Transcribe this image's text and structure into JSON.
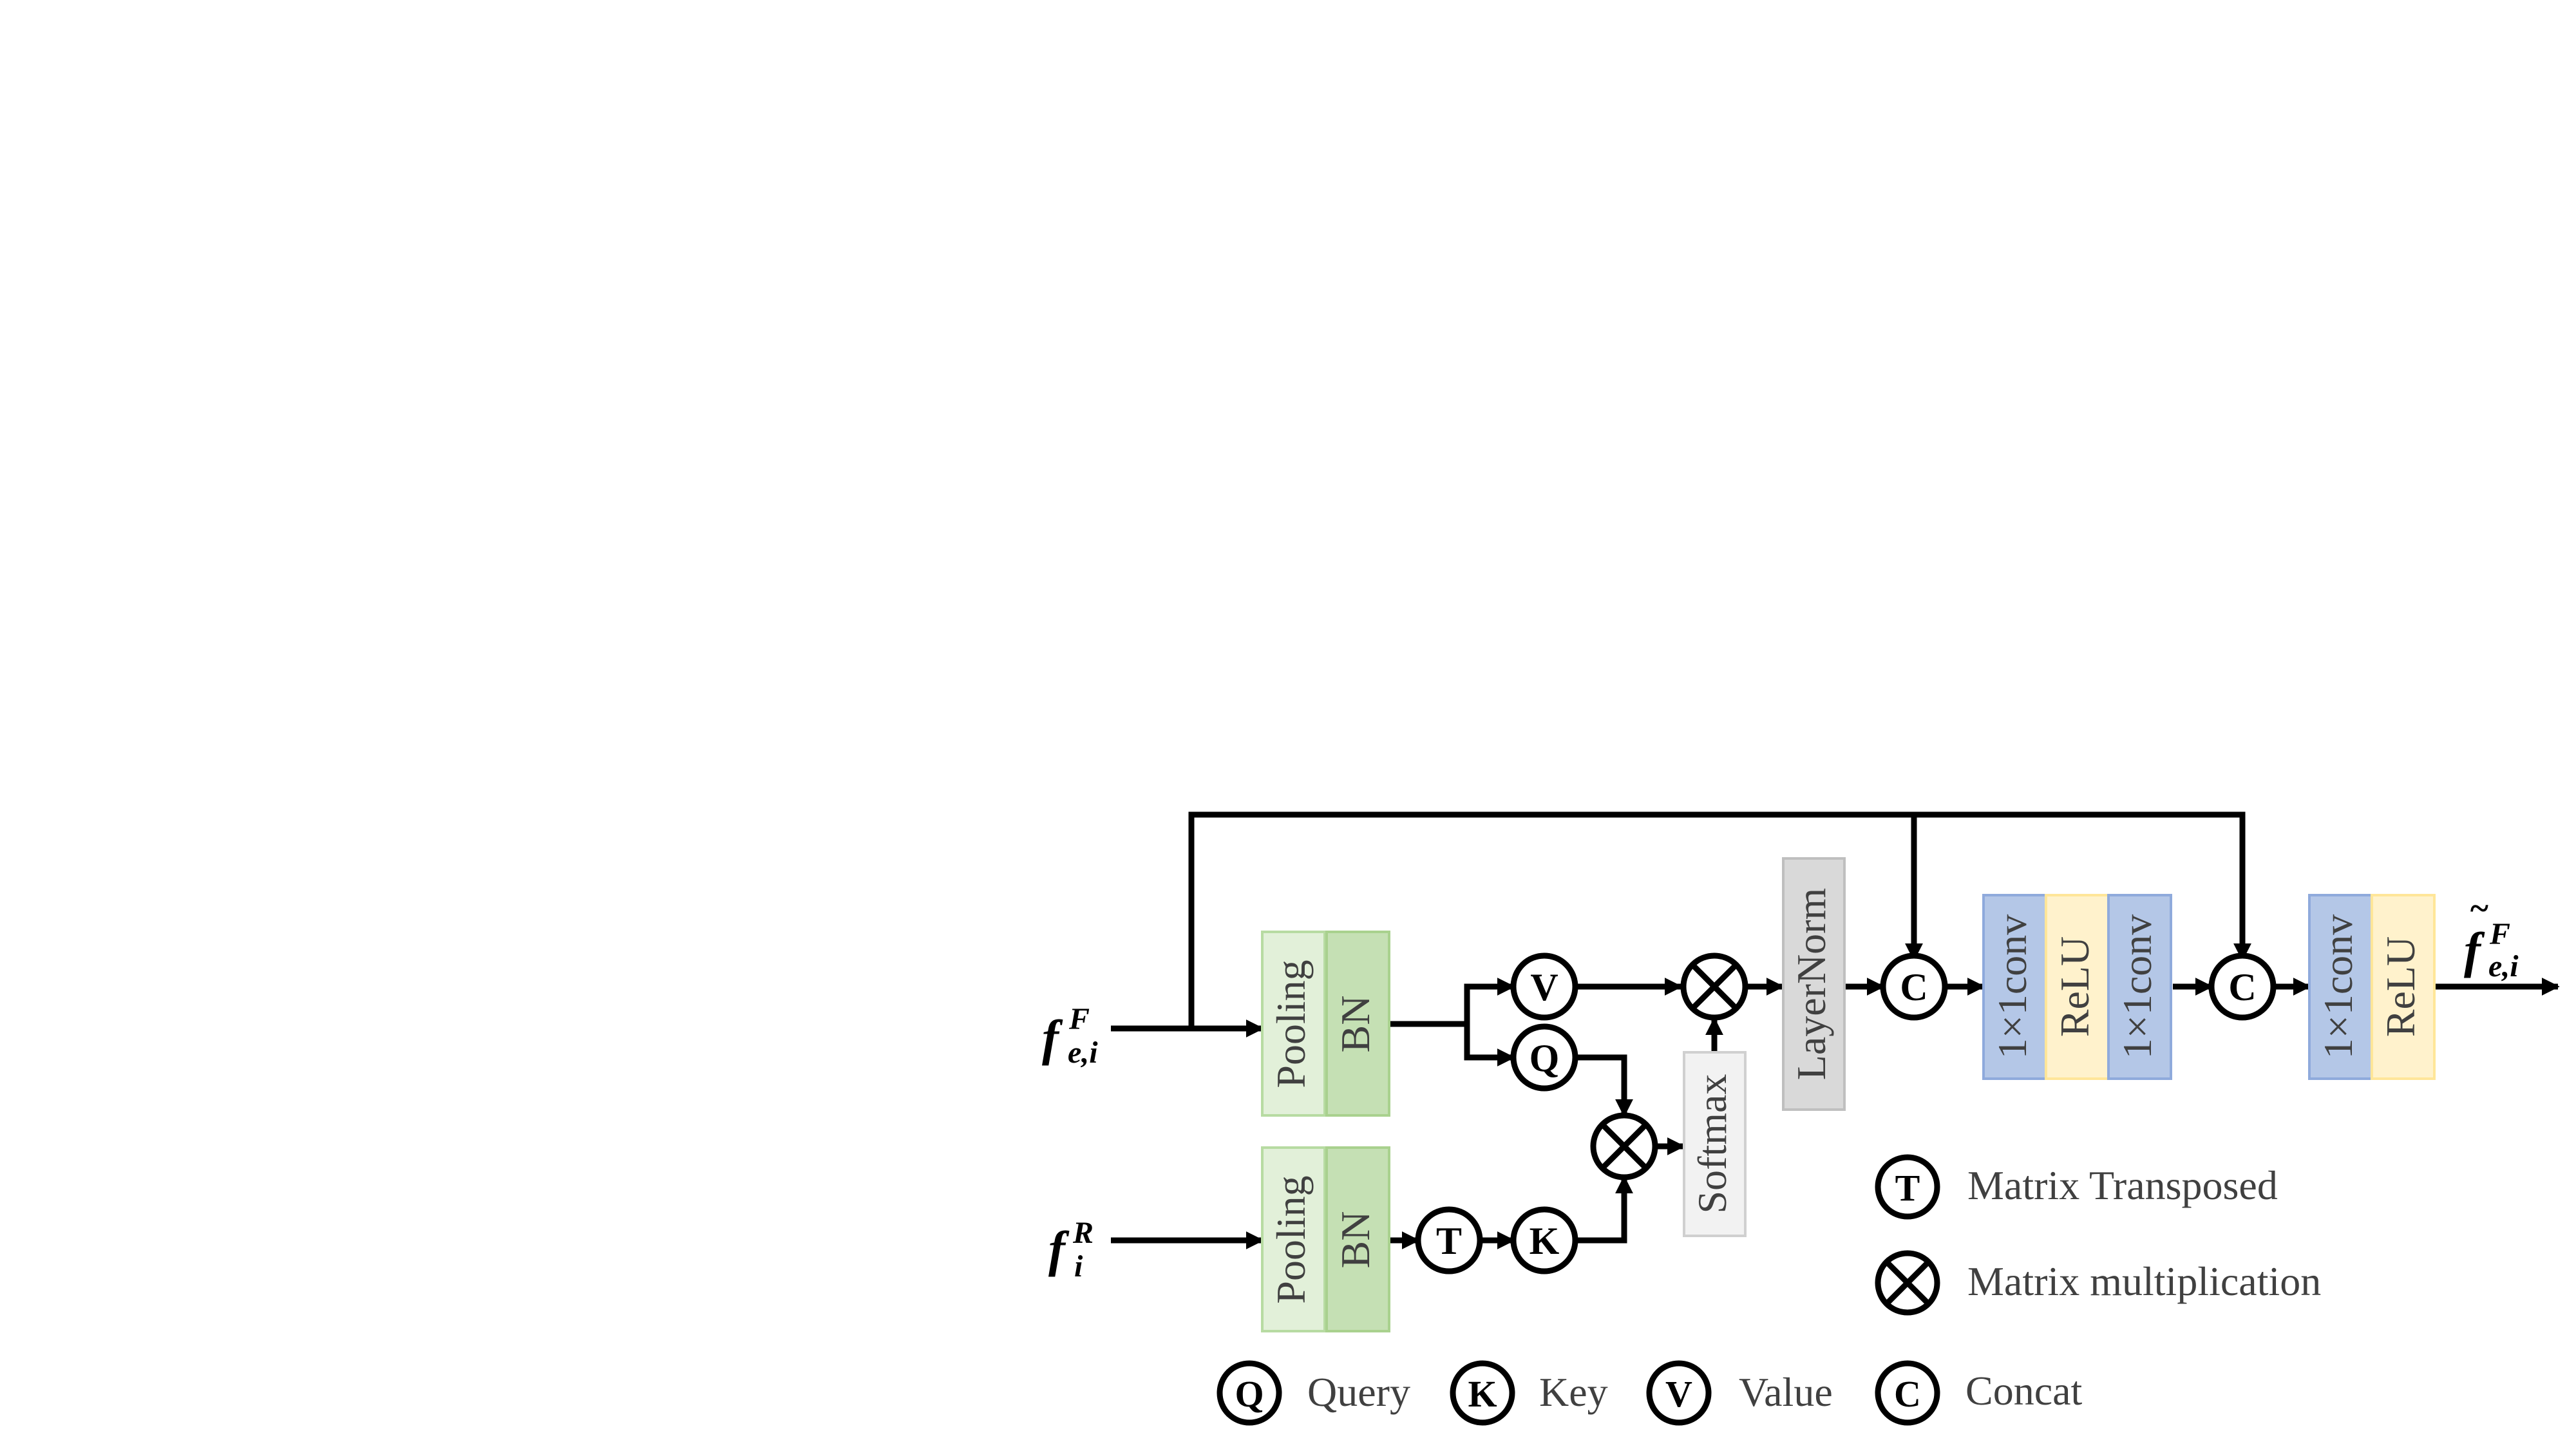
{
  "inputs": {
    "feature_input": {
      "base": "f",
      "sup": "F",
      "sub": "e,i"
    },
    "reference_input": {
      "base": "f",
      "sup": "R",
      "sub": "i"
    }
  },
  "output": {
    "base": "f",
    "accent": "~",
    "sup": "F",
    "sub": "e,i"
  },
  "blocks": {
    "pooling_top": "Pooling",
    "bn_top": "BN",
    "pooling_bottom": "Pooling",
    "bn_bottom": "BN",
    "softmax": "Softmax",
    "layernorm": "LayerNorm",
    "conv1": "1×1conv",
    "relu1": "ReLU",
    "conv2": "1×1conv",
    "conv3": "1×1conv",
    "relu2": "ReLU"
  },
  "operators": {
    "v": "V",
    "q": "Q",
    "t": "T",
    "k": "K",
    "concat1": "C",
    "concat2": "C"
  },
  "legend": {
    "transposed": {
      "symbol": "T",
      "label": "Matrix Transposed"
    },
    "multiplication": {
      "label": "Matrix multiplication"
    },
    "query": {
      "symbol": "Q",
      "label": "Query"
    },
    "key": {
      "symbol": "K",
      "label": "Key"
    },
    "value": {
      "symbol": "V",
      "label": "Value"
    },
    "concat": {
      "symbol": "C",
      "label": "Concat"
    }
  },
  "colors": {
    "pooling_fill": "#e2f0d9",
    "pooling_stroke": "#b7dba2",
    "bn_fill": "#c5e0b4",
    "bn_stroke": "#a9d18e",
    "softmax_fill": "#f2f2f2",
    "softmax_stroke": "#d0d0d0",
    "layernorm_fill": "#d9d9d9",
    "layernorm_stroke": "#bfbfbf",
    "conv_fill": "#b4c7e7",
    "conv_stroke": "#8faadc",
    "relu_fill": "#fff2cc",
    "relu_stroke": "#ffe699",
    "line": "#000000",
    "text": "#404040"
  }
}
